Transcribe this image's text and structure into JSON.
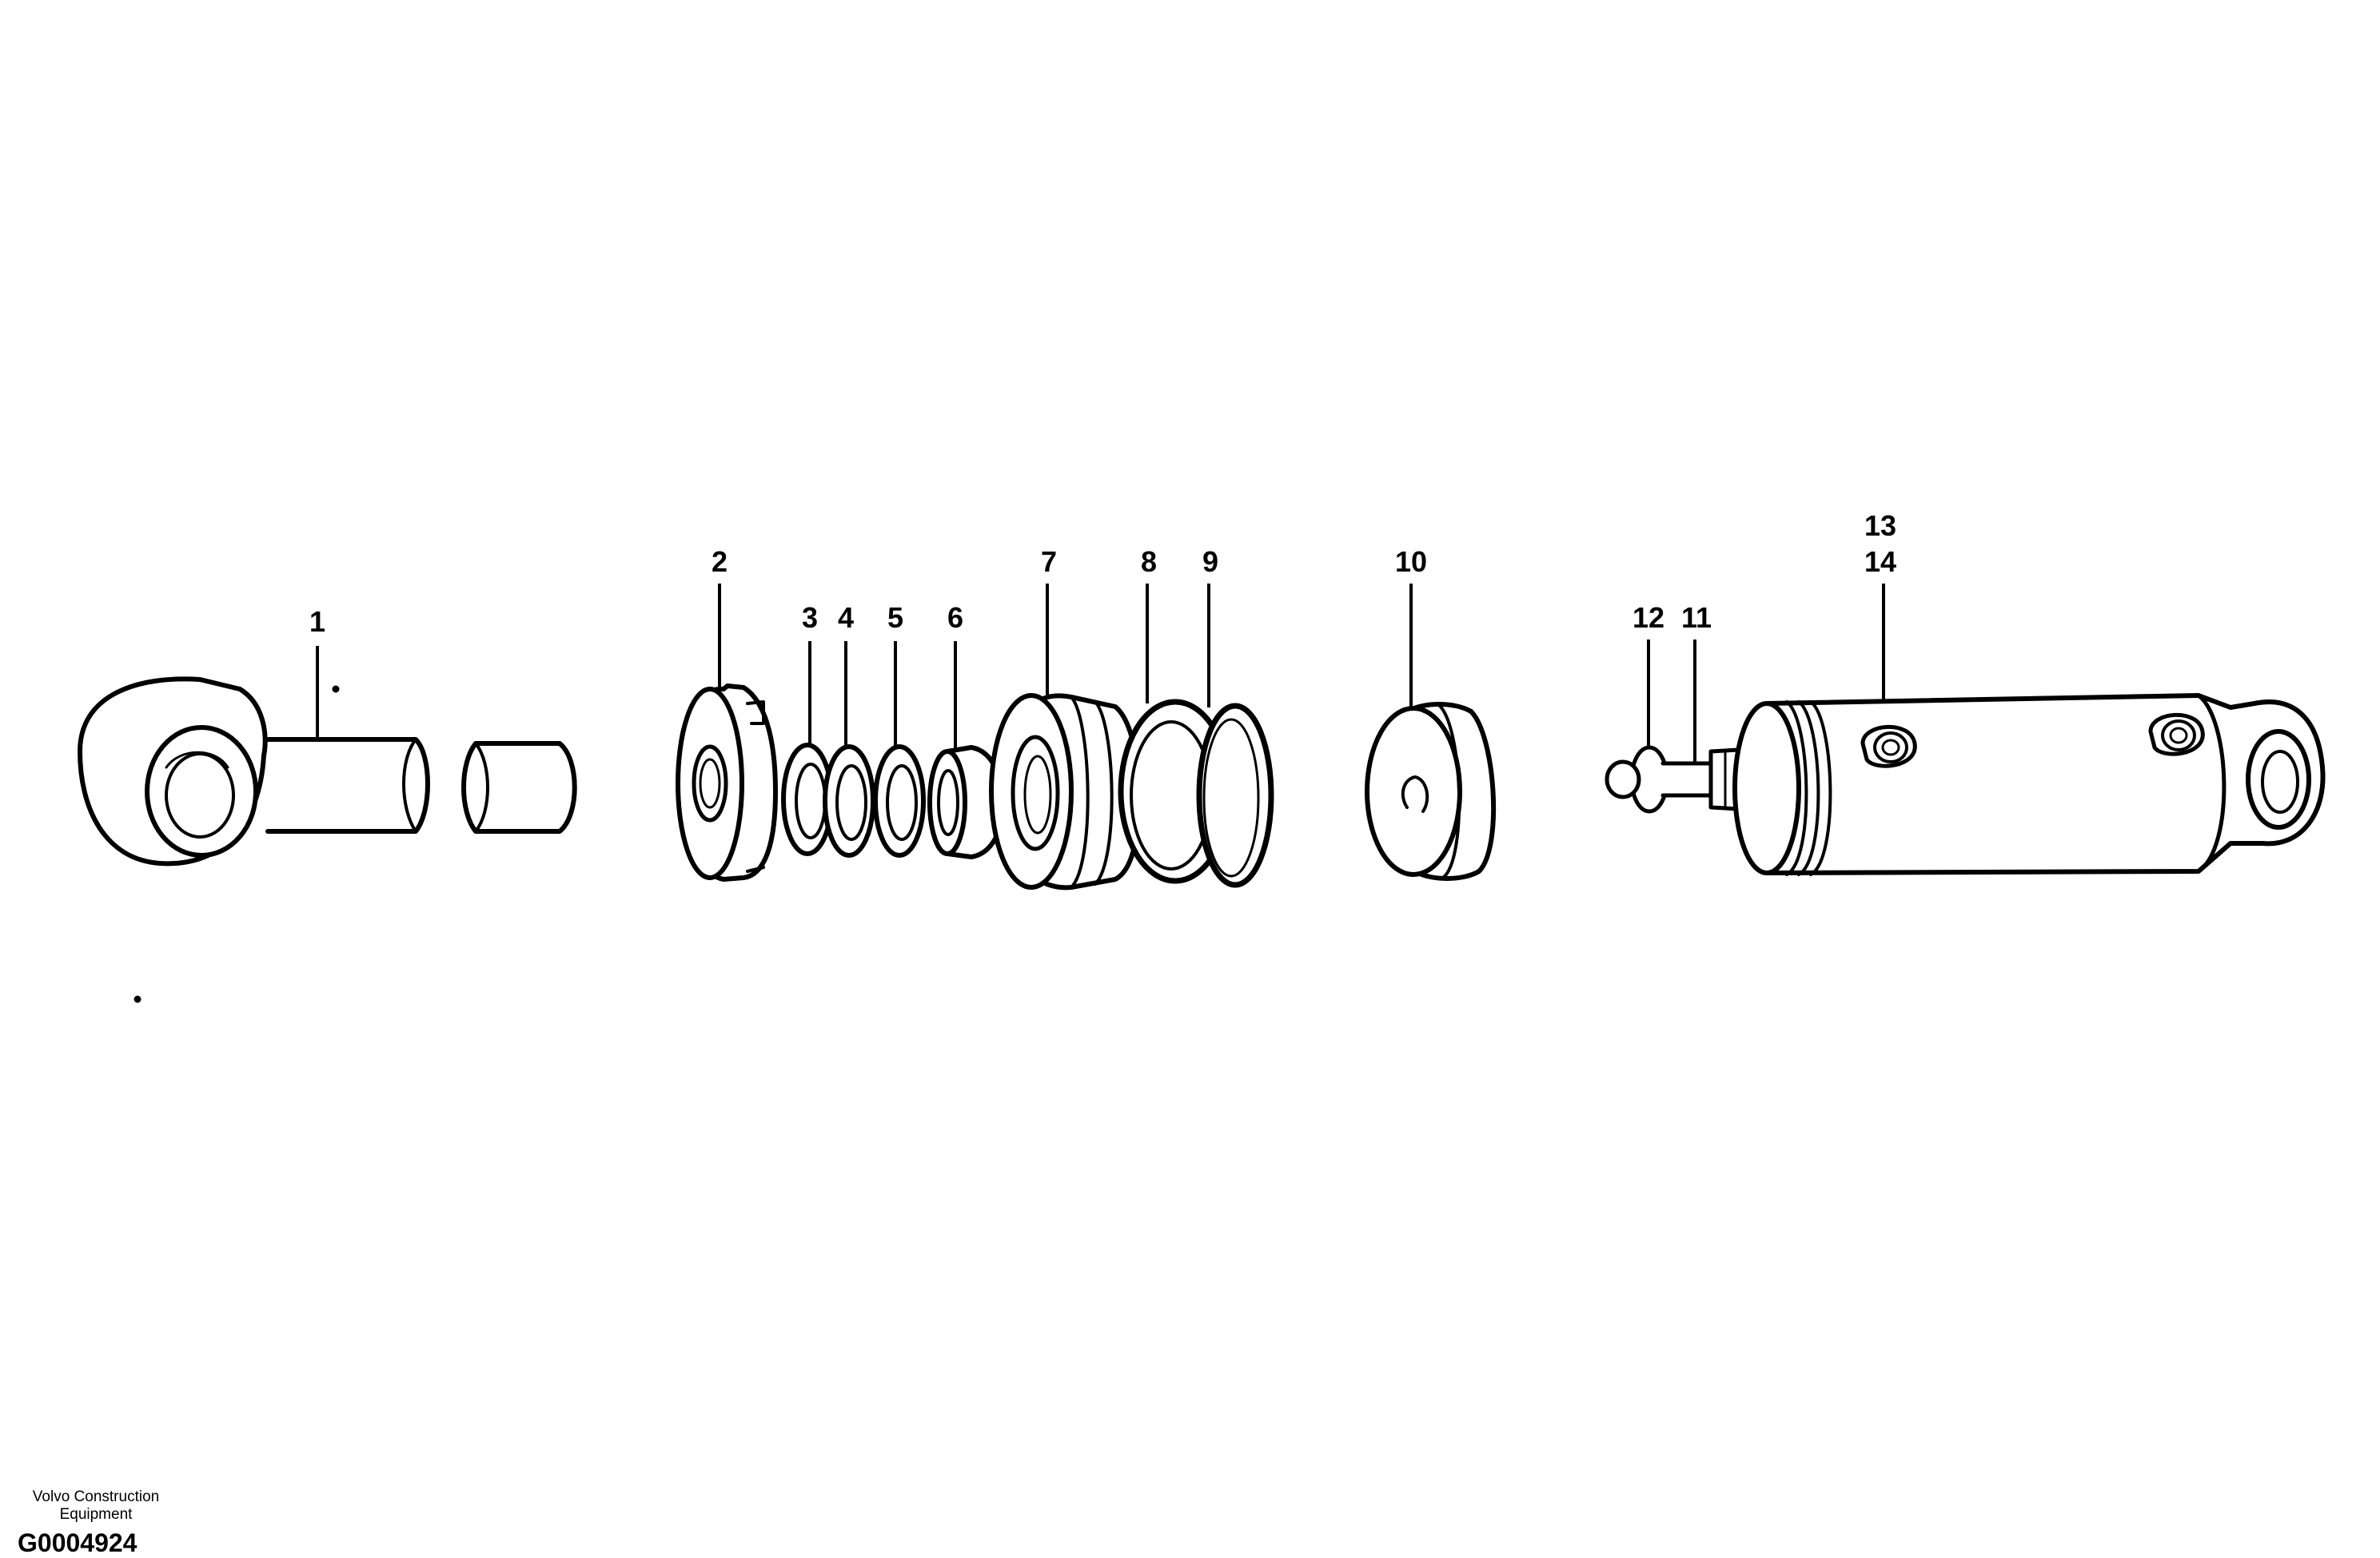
{
  "callouts": [
    "1",
    "2",
    "3",
    "4",
    "5",
    "6",
    "7",
    "8",
    "9",
    "10",
    "11",
    "12",
    "13",
    "14"
  ],
  "footer": {
    "company_line1": "Volvo Construction",
    "company_line2": "Equipment",
    "drawing_code": "G0004924"
  }
}
